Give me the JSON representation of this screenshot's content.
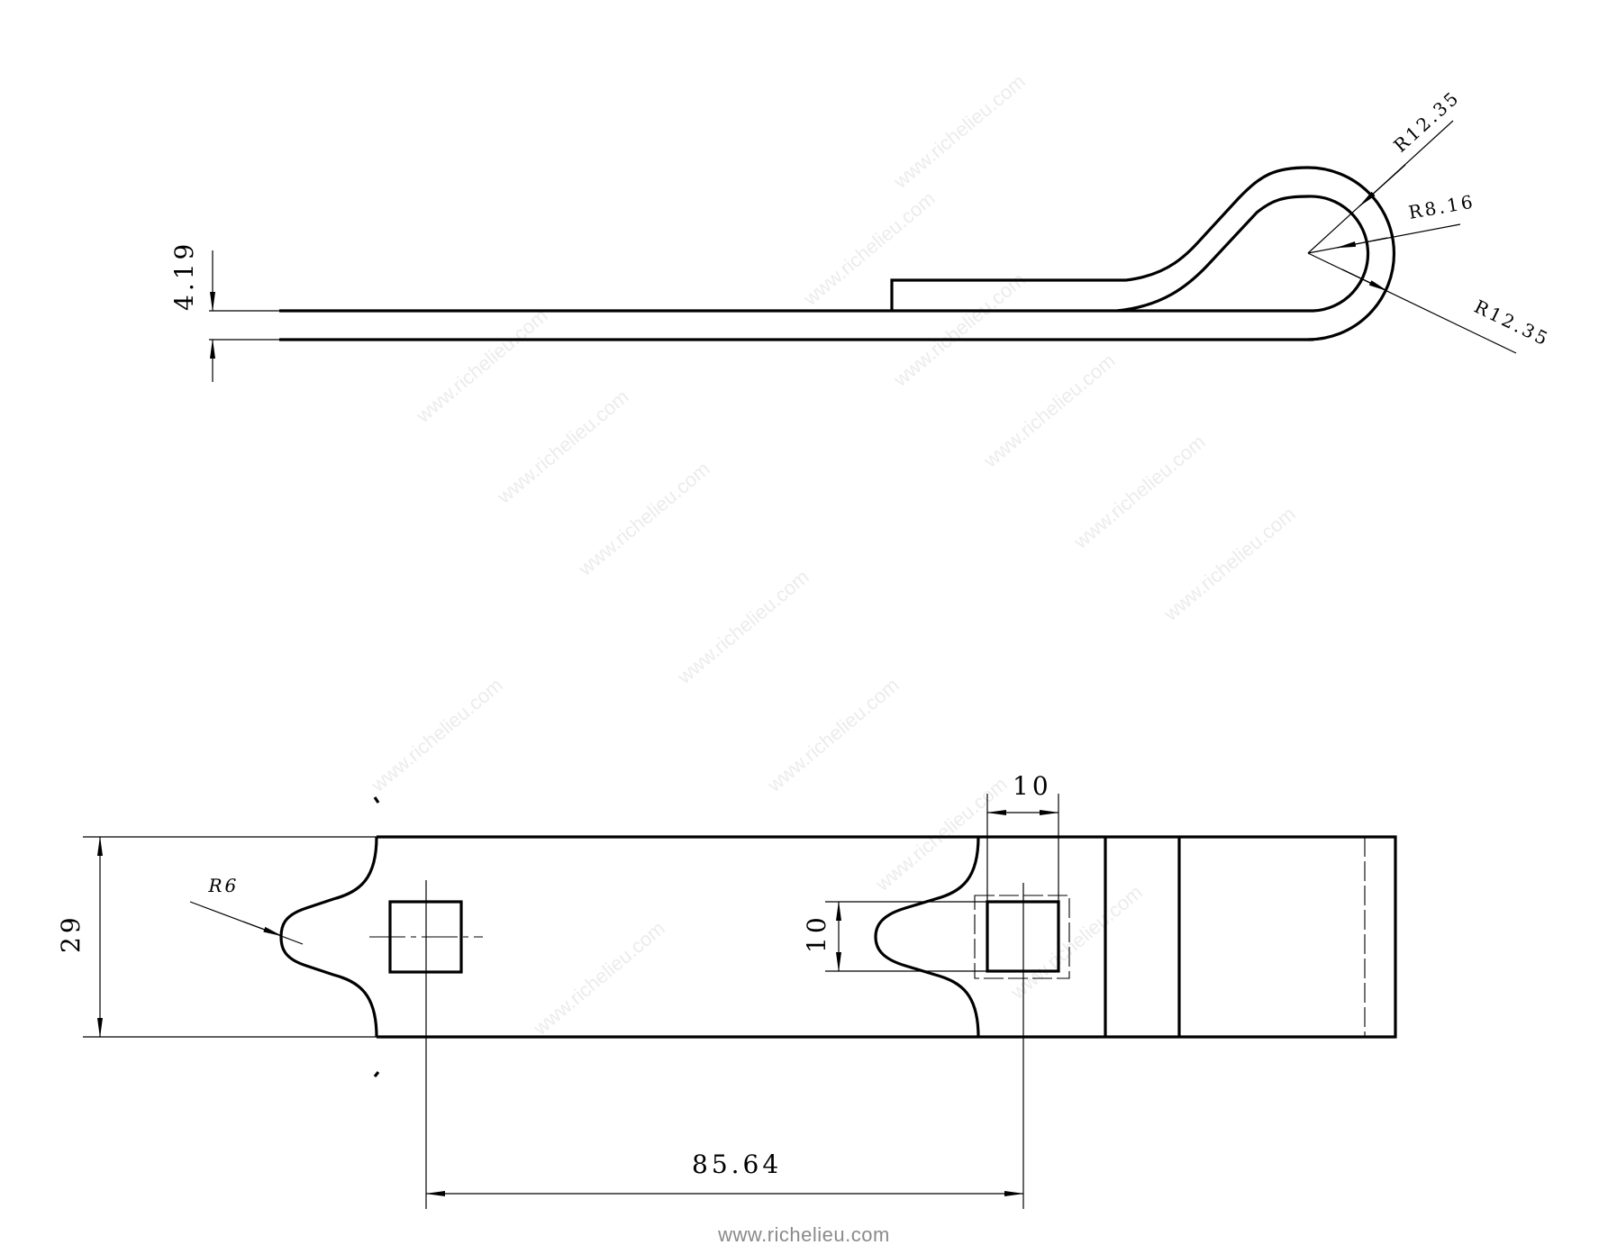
{
  "drawing": {
    "side_view": {
      "thickness_dim": "4.19",
      "radius_outer_upper": "R12.35",
      "radius_inner": "R8.16",
      "radius_outer_lower": "R12.35"
    },
    "plan_view": {
      "width_dim": "29",
      "notch_radius": "R6",
      "hole_width_dim": "10",
      "hole_height_dim": "10",
      "hole_spacing_dim": "85.64"
    },
    "watermark_text": "www.richelieu.com"
  },
  "footer": {
    "url": "www.richelieu.com"
  },
  "colors": {
    "line": "#000000",
    "background": "#ffffff",
    "footer_text": "#8a8a8a",
    "watermark": "#ececec"
  }
}
